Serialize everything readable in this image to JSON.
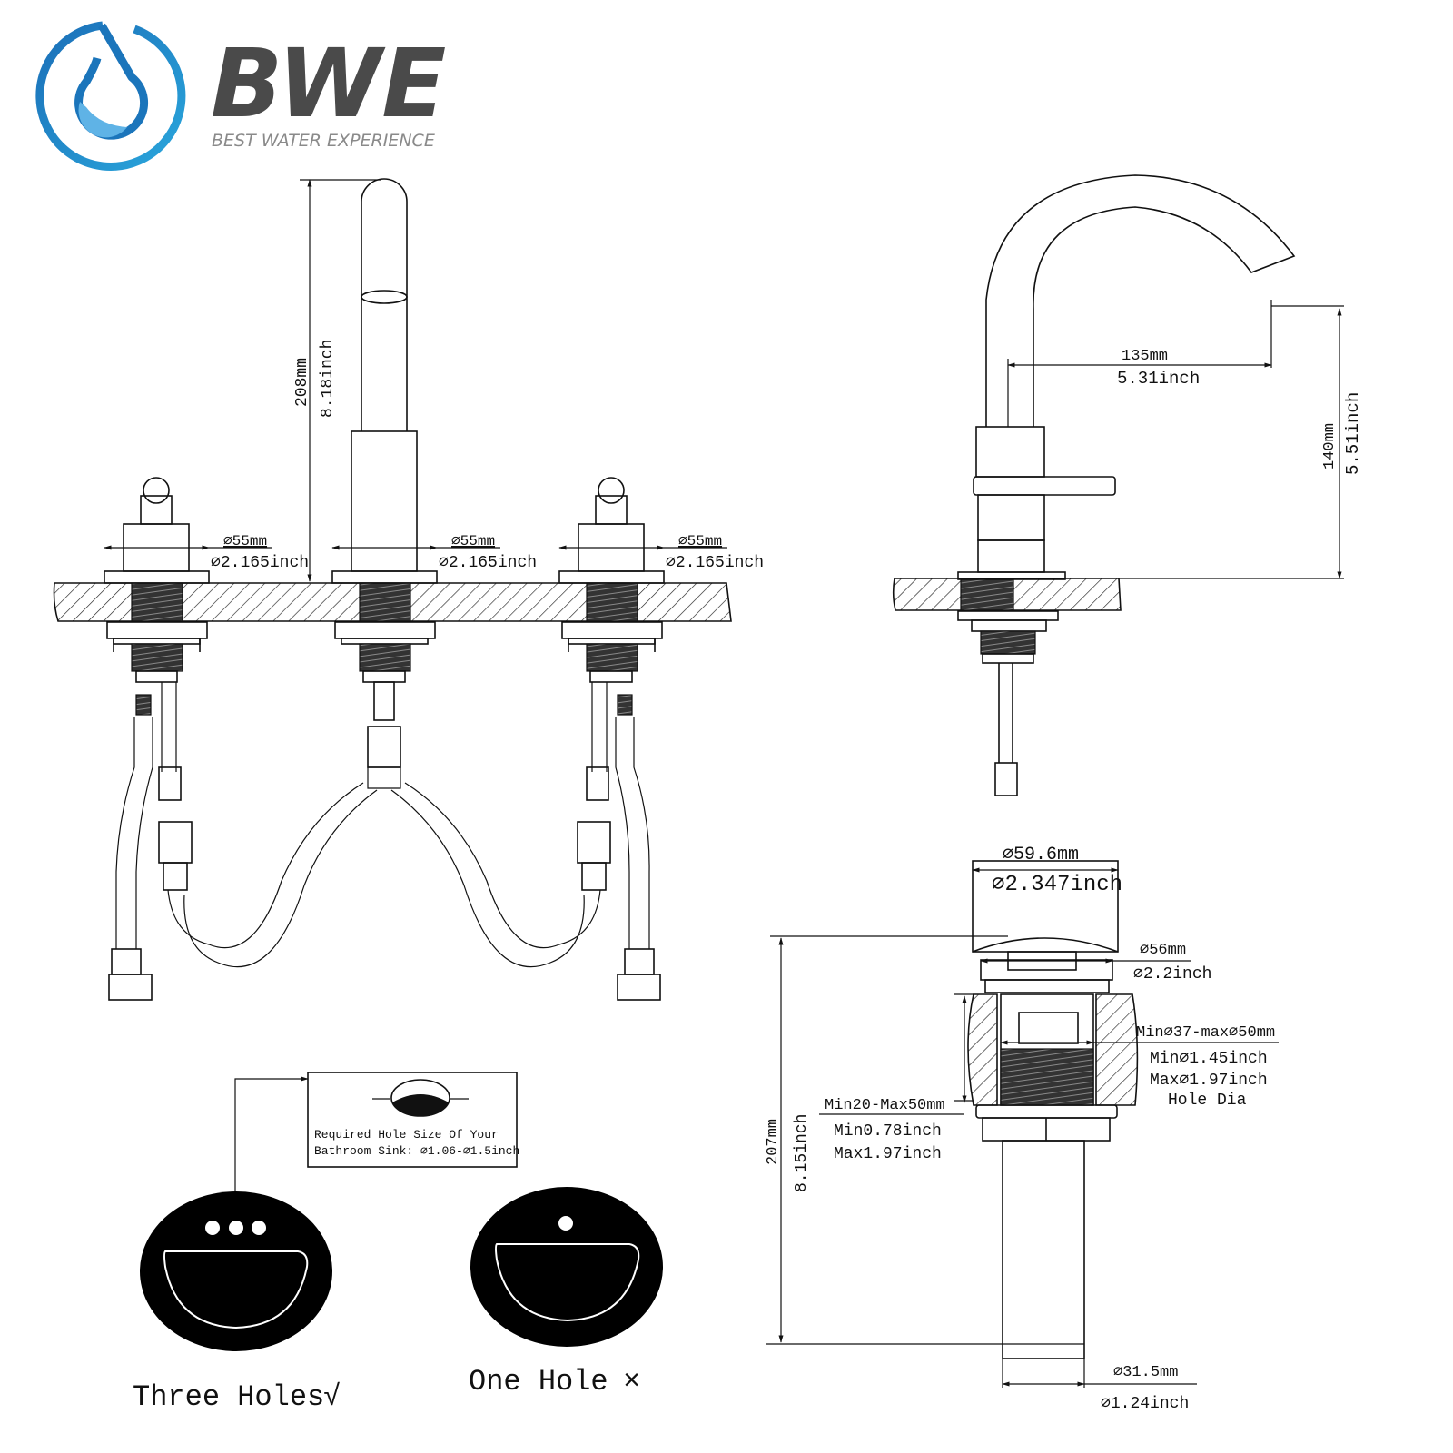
{
  "brand": {
    "name": "BWE",
    "tagline": "BEST WATER EXPERIENCE",
    "colors": {
      "ring": "#1e8fd0",
      "drop_light": "#5fb3e6",
      "wordmark": "#4a4a4a",
      "tagline": "#8a8a8a"
    }
  },
  "front_view": {
    "height_mm": "208mm",
    "height_in": "8.18inch",
    "base_dims": [
      {
        "mm": "⌀55mm",
        "in": "⌀2.165inch"
      },
      {
        "mm": "⌀55mm",
        "in": "⌀2.165inch"
      },
      {
        "mm": "⌀55mm",
        "in": "⌀2.165inch"
      }
    ]
  },
  "side_view": {
    "reach_mm": "135mm",
    "reach_in": "5.31inch",
    "spout_height_mm": "140mm",
    "spout_height_in": "5.51inch"
  },
  "drain": {
    "cap_mm": "⌀59.6mm",
    "cap_in": "⌀2.347inch",
    "flange_mm": "⌀56mm",
    "flange_in": "⌀2.2inch",
    "hole_mm": "Min⌀37-max⌀50mm",
    "hole_in_min": "Min⌀1.45inch",
    "hole_in_max": "Max⌀1.97inch",
    "hole_label": "Hole Dia",
    "thickness_mm": "Min20-Max50mm",
    "thickness_in_min": "Min0.78inch",
    "thickness_in_max": "Max1.97inch",
    "total_mm": "207mm",
    "total_in": "8.15inch",
    "tail_mm": "⌀31.5mm",
    "tail_in": "⌀1.24inch"
  },
  "sink_note": {
    "line1": "Required Hole Size Of Your",
    "line2": "Bathroom Sink: ⌀1.06-⌀1.5inch"
  },
  "sinks": [
    {
      "label": "Three Holes",
      "mark": "√",
      "holes": 3
    },
    {
      "label": "One Hole",
      "mark": "×",
      "holes": 1
    }
  ]
}
